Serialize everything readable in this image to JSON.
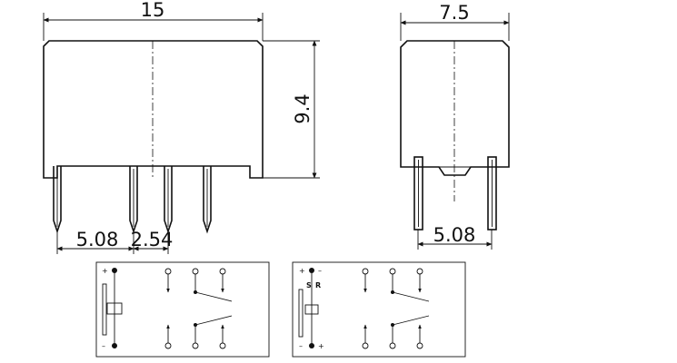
{
  "front_view": {
    "width_label": "15",
    "height_label": "9.4",
    "pitch_label_1": "5.08",
    "pitch_label_2": "2.54"
  },
  "side_view": {
    "width_label": "7.5",
    "pitch_label": "5.08"
  },
  "schematic_left": {
    "plus_label": "+",
    "minus_label": "–"
  },
  "schematic_right": {
    "top_plus_label": "+",
    "top_minus_label": "–",
    "set_label": "S",
    "reset_label": "R",
    "bottom_minus_label": "–",
    "bottom_plus_label": "+"
  }
}
